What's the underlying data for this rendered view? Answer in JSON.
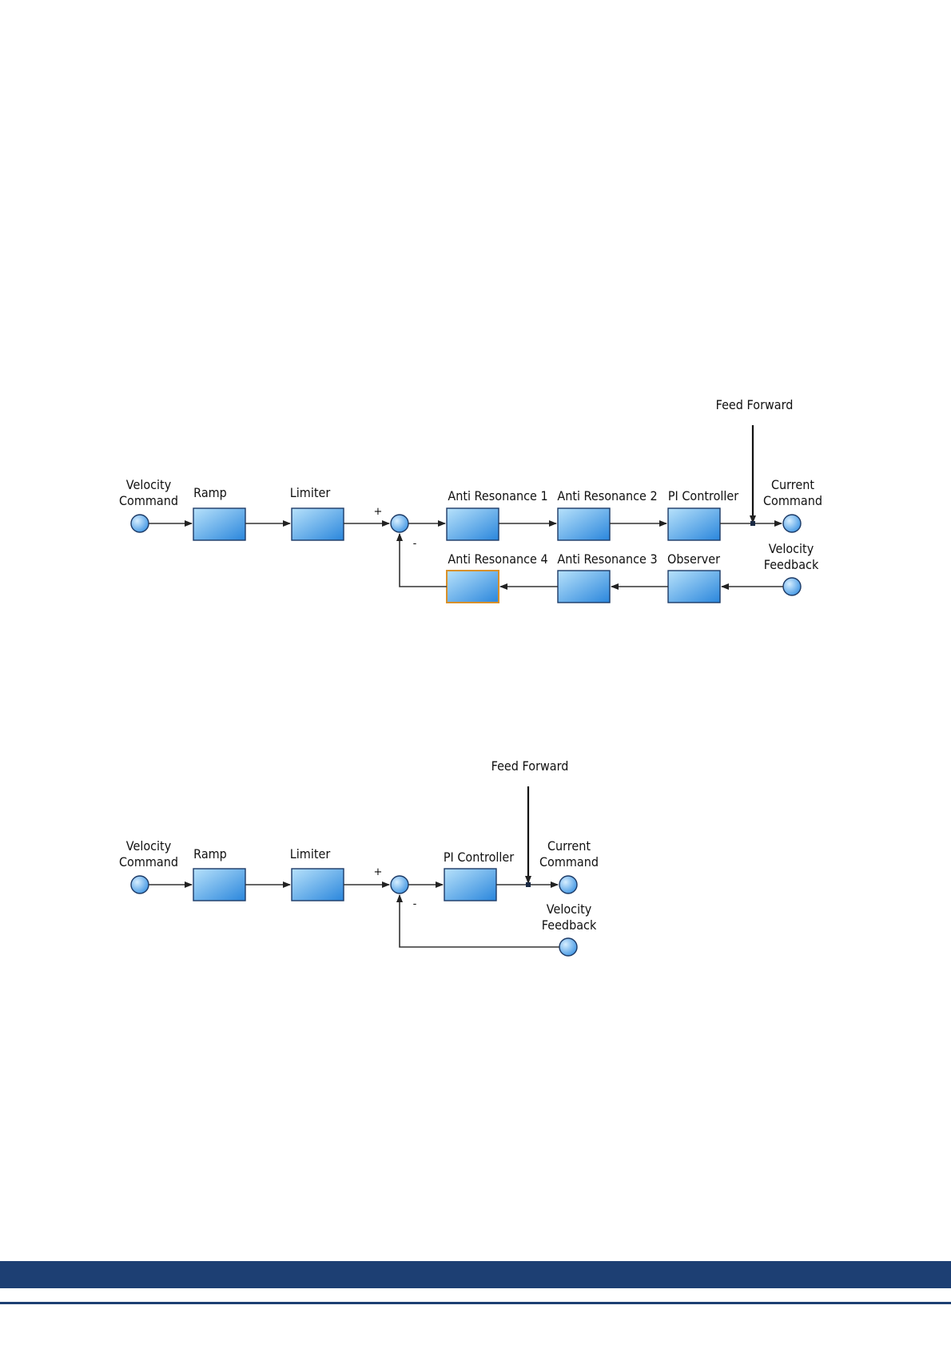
{
  "diagram1": {
    "feed_forward": "Feed Forward",
    "velocity_command": [
      "Velocity",
      "Command"
    ],
    "current_command": [
      "Current",
      "Command"
    ],
    "velocity_feedback": [
      "Velocity",
      "Feedback"
    ],
    "ramp": "Ramp",
    "limiter": "Limiter",
    "plus": "+",
    "minus": "-",
    "anti_resonance_1": "Anti Resonance 1",
    "anti_resonance_2": "Anti Resonance 2",
    "pi_controller": "PI Controller",
    "anti_resonance_4": "Anti Resonance 4",
    "anti_resonance_3": "Anti Resonance 3",
    "observer": "Observer"
  },
  "diagram2": {
    "feed_forward": "Feed Forward",
    "velocity_command": [
      "Velocity",
      "Command"
    ],
    "current_command": [
      "Current",
      "Command"
    ],
    "velocity_feedback": [
      "Velocity",
      "Feedback"
    ],
    "ramp": "Ramp",
    "limiter": "Limiter",
    "plus": "+",
    "minus": "-",
    "pi_controller": "PI Controller"
  },
  "colors": {
    "block_fill_light": "#a9d8f8",
    "block_fill_dark": "#2f8fe0",
    "selected_border": "#d8902a",
    "footer": "#1d3f73"
  }
}
